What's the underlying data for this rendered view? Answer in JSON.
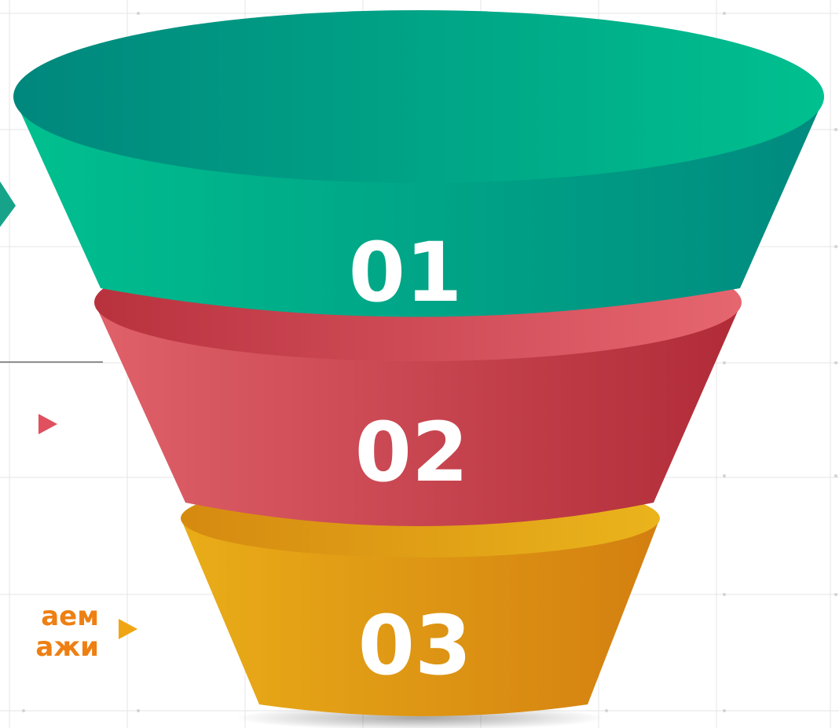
{
  "funnel": {
    "stages": [
      {
        "number": "01",
        "color_light": "#00c08f",
        "color_dark": "#00877d"
      },
      {
        "number": "02",
        "color_light": "#e0616a",
        "color_dark": "#b62f3b"
      },
      {
        "number": "03",
        "color_light": "#e8ab1a",
        "color_dark": "#d5880f"
      }
    ]
  },
  "side_text": {
    "stage3_line1": "аем",
    "stage3_line2": "ажи"
  },
  "arrows": {
    "stage1_color": "#17a38a",
    "stage2_color": "#e0505e",
    "stage3_color": "#f0a612"
  }
}
